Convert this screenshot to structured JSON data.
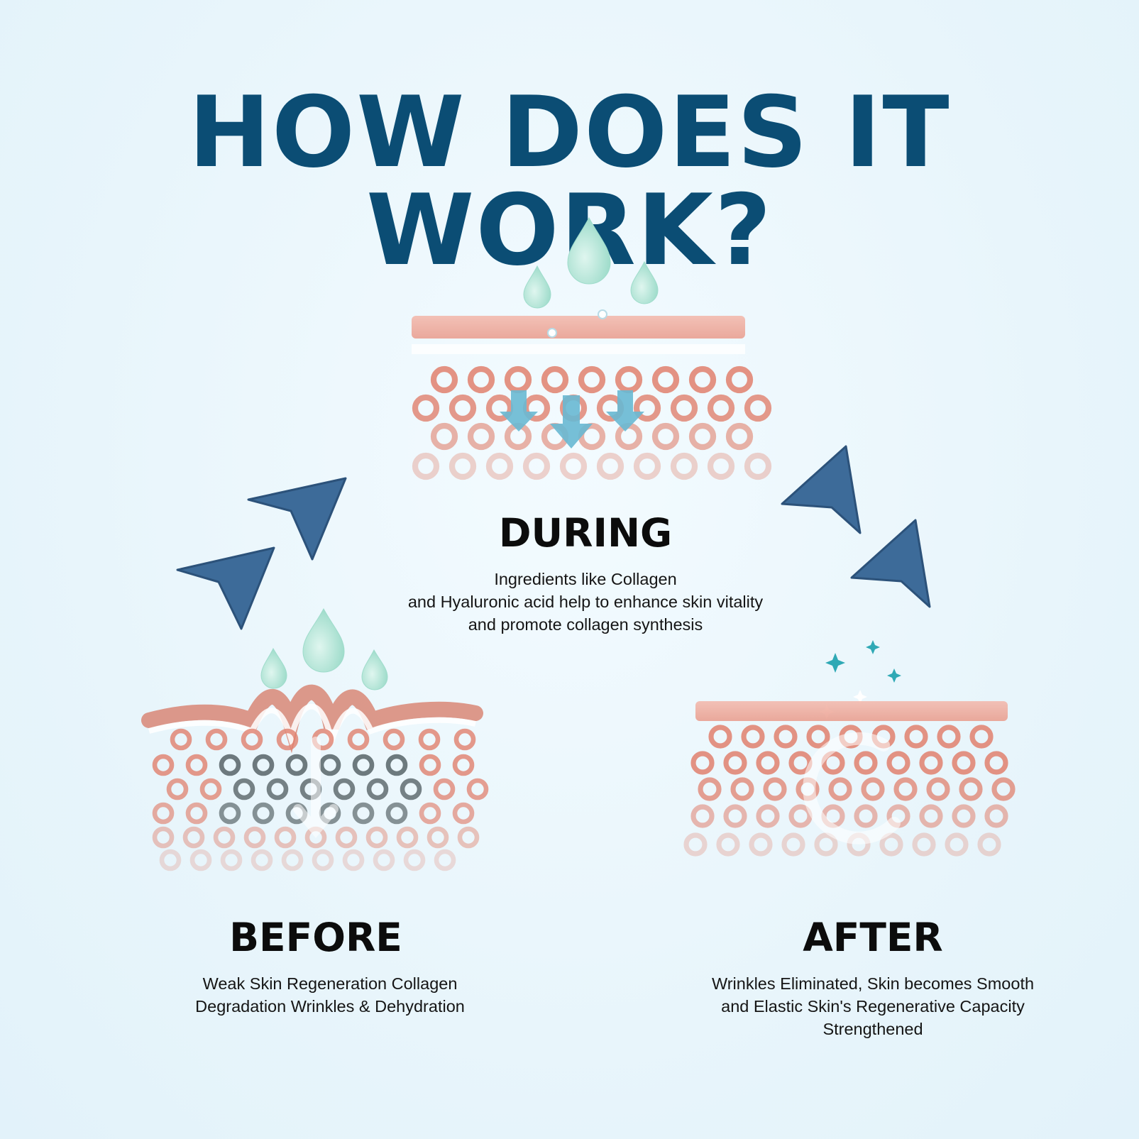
{
  "title": "HOW DOES IT WORK?",
  "stages": {
    "during": {
      "heading": "DURING",
      "lines": [
        "Ingredients like Collagen",
        "and Hyaluronic acid help to enhance skin vitality",
        "and promote collagen synthesis"
      ]
    },
    "before": {
      "heading": "BEFORE",
      "lines": [
        "Weak Skin Regeneration Collagen",
        "Degradation Wrinkles & Dehydration"
      ]
    },
    "after": {
      "heading": "AFTER",
      "lines": [
        "Wrinkles Eliminated, Skin becomes Smooth",
        "and Elastic Skin's Regenerative Capacity",
        "Strengthened"
      ]
    }
  },
  "colors": {
    "title": "#0b4d74",
    "arrow": "#3d6b99",
    "cell": "#e0806d",
    "cell_dark": "#4e5a5e",
    "droplet": "#a9e2d4",
    "down_arrow": "#69b9d3",
    "sparkle": "#2fa9b5"
  },
  "icons": {
    "droplet": "water-droplet-icon",
    "flow_arrow": "navigation-arrow-icon",
    "sparkle": "sparkle-icon"
  }
}
